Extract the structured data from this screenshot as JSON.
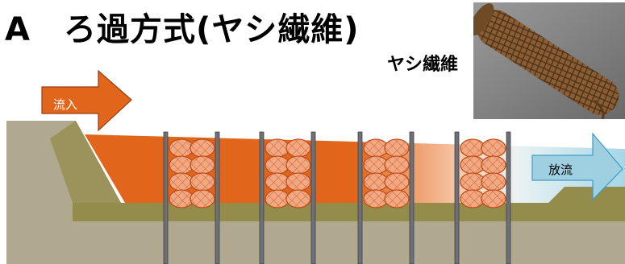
{
  "title": "A　ろ過方式(ヤシ繊維)",
  "photo_label": "ヤシ繊維",
  "inflow_label": "流入",
  "outflow_label": "放流",
  "icons": {
    "inflow_arrow": "right-arrow-icon",
    "outflow_arrow": "right-arrow-icon",
    "photo": "coconut-fiber-roll-photo"
  },
  "colors": {
    "earth": "#b1a98f",
    "earth_dark": "#948c4a",
    "inflow": "#e2651c",
    "outflow": "#9ed0e2",
    "fiber_fill": "#f2a983",
    "fiber_stroke": "#c04d17",
    "post": "#6e7075"
  }
}
